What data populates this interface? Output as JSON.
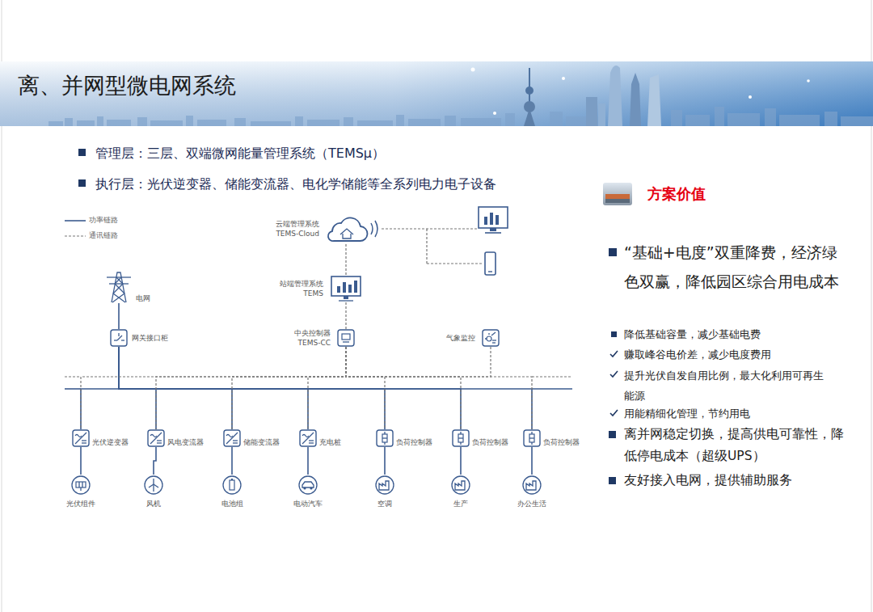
{
  "diagram": {
    "title": "离、并网型微电网系统",
    "nodes": [
      {
        "text": [
          "云端管理系统",
          "TEMS-Cloud"
        ]
      },
      {
        "text": [
          "站端管理系统",
          "TEMS"
        ]
      },
      {
        "text": [
          "电网"
        ]
      },
      {
        "text": [
          "网关接口柜"
        ]
      },
      {
        "text": [
          "中央控制器",
          "TEMS-CC"
        ]
      },
      {
        "text": [
          "气象监控"
        ]
      },
      {
        "text": [
          "光伏逆变器"
        ]
      },
      {
        "text": [
          "风电变流器"
        ]
      },
      {
        "text": [
          "储能变流器"
        ]
      },
      {
        "text": [
          "充电桩"
        ]
      },
      {
        "text": [
          "负荷控制器"
        ]
      },
      {
        "text": [
          "负荷控制器"
        ]
      },
      {
        "text": [
          "负荷控制器"
        ]
      },
      {
        "text": [
          "光伏组件"
        ]
      },
      {
        "text": [
          "风机"
        ]
      },
      {
        "text": [
          "电池组"
        ]
      },
      {
        "text": [
          "电动汽车"
        ]
      },
      {
        "text": [
          "空调"
        ]
      },
      {
        "text": [
          "生产"
        ]
      },
      {
        "text": [
          "办公生活"
        ]
      }
    ],
    "edges": [
      {
        "from": 0,
        "to": 1,
        "arrow": "none"
      },
      {
        "from": 1,
        "to": 4,
        "arrow": "none"
      },
      {
        "from": 2,
        "to": 3,
        "arrow": "none"
      },
      {
        "from": 3,
        "to": 6,
        "arrow": "none"
      },
      {
        "from": 3,
        "to": 7,
        "arrow": "none"
      },
      {
        "from": 3,
        "to": 8,
        "arrow": "none"
      },
      {
        "from": 3,
        "to": 9,
        "arrow": "none"
      },
      {
        "from": 3,
        "to": 10,
        "arrow": "none"
      },
      {
        "from": 3,
        "to": 11,
        "arrow": "none"
      },
      {
        "from": 3,
        "to": 12,
        "arrow": "none"
      },
      {
        "from": 4,
        "to": 5,
        "arrow": "none"
      },
      {
        "from": 4,
        "to": 6,
        "arrow": "none"
      },
      {
        "from": 4,
        "to": 7,
        "arrow": "none"
      },
      {
        "from": 4,
        "to": 8,
        "arrow": "none"
      },
      {
        "from": 4,
        "to": 9,
        "arrow": "none"
      },
      {
        "from": 4,
        "to": 10,
        "arrow": "none"
      },
      {
        "from": 4,
        "to": 11,
        "arrow": "none"
      },
      {
        "from": 4,
        "to": 12,
        "arrow": "none"
      },
      {
        "from": 6,
        "to": 13,
        "arrow": "none"
      },
      {
        "from": 7,
        "to": 14,
        "arrow": "none"
      },
      {
        "from": 8,
        "to": 15,
        "arrow": "none"
      },
      {
        "from": 9,
        "to": 16,
        "arrow": "none"
      },
      {
        "from": 10,
        "to": 17,
        "arrow": "none"
      },
      {
        "from": 11,
        "to": 18,
        "arrow": "none"
      },
      {
        "from": 12,
        "to": 19,
        "arrow": "none"
      }
    ],
    "labels": [
      "管理层：三层、双端微网能量管理系统（TEMSμ）",
      "执行层：光伏逆变器、储能变流器、电化学储能等全系列电力电子设备",
      "方案价值",
      "“基础+电度”双重降费，经济绿色双赢，降低园区综合用电成本",
      "降低基础容量，减少基础电费",
      "赚取峰谷电价差，减少电度费用",
      "提升光伏自发自用比例，最大化利用可再生能源",
      "用能精细化管理，节约用电",
      "离并网稳定切换，提高供电可靠性，降低停电成本（超级UPS）",
      "友好接入电网，提供辅助服务"
    ],
    "legend": [
      {
        "text": "功率链路"
      },
      {
        "text": "通讯链路"
      }
    ]
  }
}
